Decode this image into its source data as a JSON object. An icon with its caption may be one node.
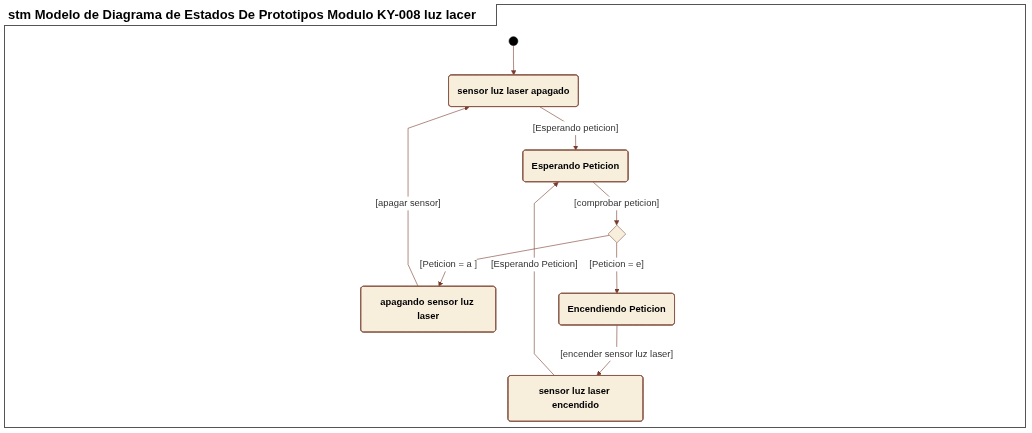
{
  "diagram": {
    "title": "stm Modelo de Diagrama de Estados De Prototipos Modulo KY-008 luz lacer",
    "nodes": [
      {
        "text": [],
        "shape": "circle"
      },
      {
        "text": [
          "sensor luz laser apagado"
        ]
      },
      {
        "text": [
          "Esperando Peticion"
        ]
      },
      {
        "text": [],
        "shape": "diamond"
      },
      {
        "text": [
          "apagando sensor luz laser"
        ]
      },
      {
        "text": [
          "Encendiendo Peticion"
        ]
      },
      {
        "text": [
          "sensor luz laser encendido"
        ]
      }
    ],
    "edges": [
      {
        "from": 0,
        "to": 1,
        "arrow": "to"
      },
      {
        "from": 1,
        "to": 2,
        "arrow": "to",
        "label": "[Esperando peticion]"
      },
      {
        "from": 2,
        "to": 3,
        "arrow": "to",
        "label": "[comprobar peticion]"
      },
      {
        "from": 3,
        "to": 4,
        "arrow": "to",
        "label": "[Peticion = a ]"
      },
      {
        "from": 4,
        "to": 1,
        "arrow": "to",
        "label": "[apagar sensor]"
      },
      {
        "from": 3,
        "to": 5,
        "arrow": "to",
        "label": "[Peticion = e]"
      },
      {
        "from": 5,
        "to": 6,
        "arrow": "to",
        "label": "[encender sensor luz laser]"
      },
      {
        "from": 6,
        "to": 2,
        "arrow": "to",
        "label": "[Esperando Peticion]"
      }
    ]
  }
}
